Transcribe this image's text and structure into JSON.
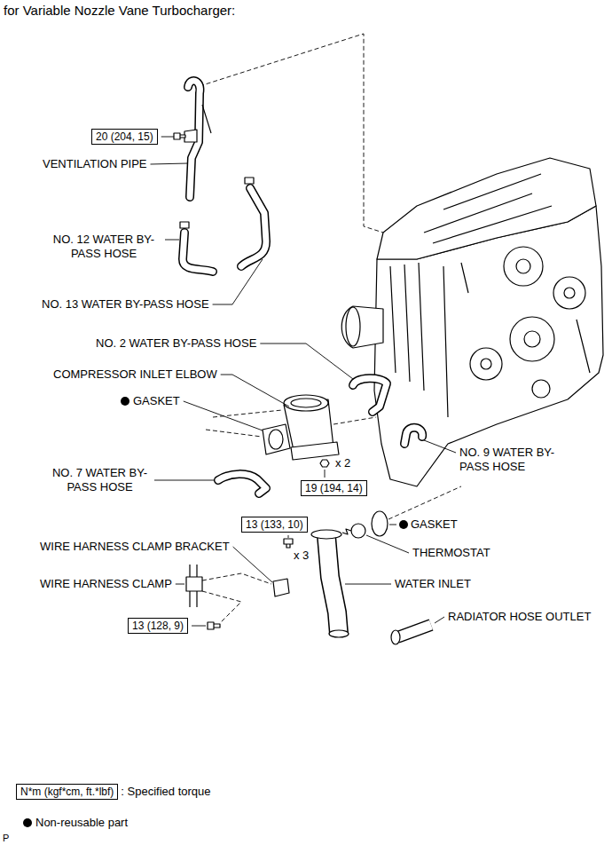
{
  "diagram": {
    "title": "for Variable Nozzle Vane Turbocharger:",
    "nodes": [
      {
        "text": [
          "20 (204, 15)"
        ]
      },
      {
        "text": [
          "19 (194, 14)"
        ]
      },
      {
        "text": [
          "13 (133, 10)"
        ]
      },
      {
        "text": [
          "13 (128, 9)"
        ]
      },
      {
        "text": [
          "N*m (kgf*cm, ft.*lbf)"
        ]
      }
    ],
    "labels": [
      "VENTILATION PIPE",
      "NO. 12 WATER BY-PASS HOSE",
      "NO. 13 WATER BY-PASS HOSE",
      "NO. 2 WATER BY-PASS HOSE",
      "COMPRESSOR INLET ELBOW",
      "GASKET",
      "NO. 9 WATER BY-PASS HOSE",
      "NO. 7 WATER BY-PASS HOSE",
      "x 2",
      "GASKET",
      "x 3",
      "THERMOSTAT",
      "WIRE HARNESS CLAMP BRACKET",
      "WIRE HARNESS CLAMP",
      "WATER INLET",
      "RADIATOR HOSE OUTLET",
      "P"
    ],
    "legend": [
      {
        "text": ": Specified torque"
      },
      {
        "text": "Non-reusable part"
      }
    ]
  }
}
